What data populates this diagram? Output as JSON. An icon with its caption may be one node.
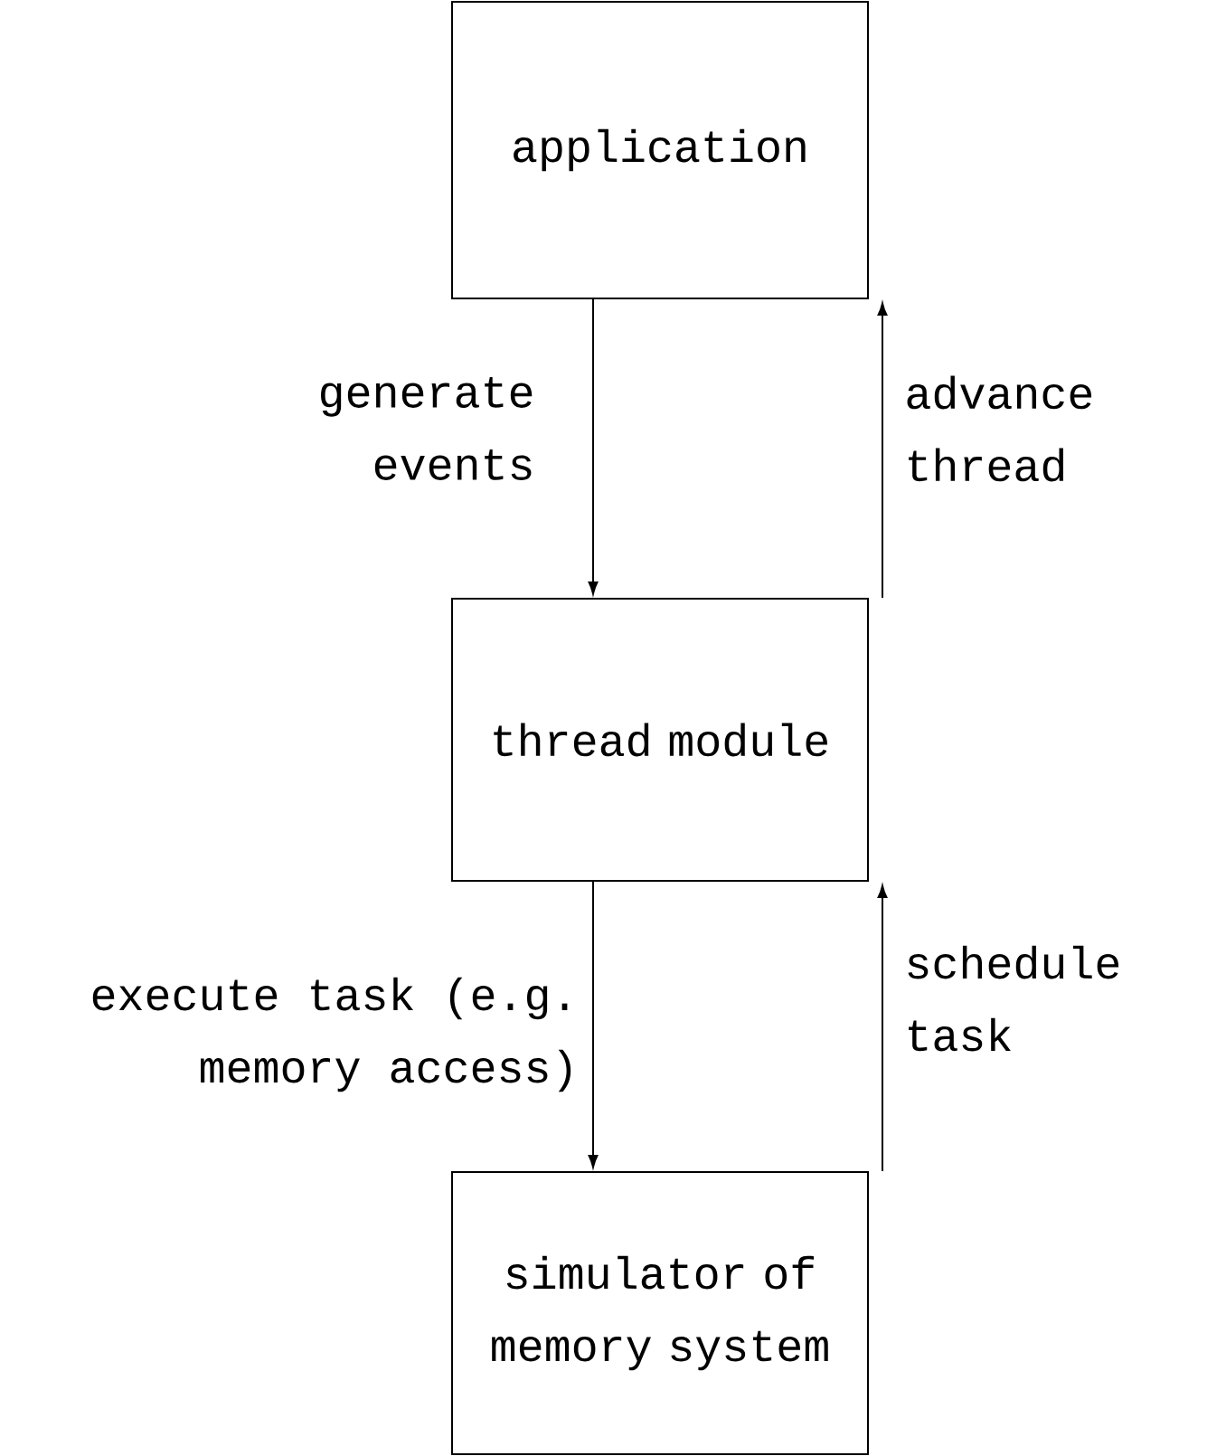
{
  "diagram": {
    "nodes": [
      {
        "text": [
          "application"
        ]
      },
      {
        "text": [
          "thread module"
        ]
      },
      {
        "text": [
          "simulator of memory system"
        ]
      }
    ],
    "edges": [
      {
        "from": 0,
        "to": 1,
        "arrow": "to",
        "label": "generate events"
      },
      {
        "from": 1,
        "to": 0,
        "arrow": "to",
        "label": "advance thread"
      },
      {
        "from": 1,
        "to": 2,
        "arrow": "to",
        "label": "execute task (e.g. memory access)"
      },
      {
        "from": 2,
        "to": 1,
        "arrow": "to",
        "label": "schedule task"
      }
    ]
  }
}
